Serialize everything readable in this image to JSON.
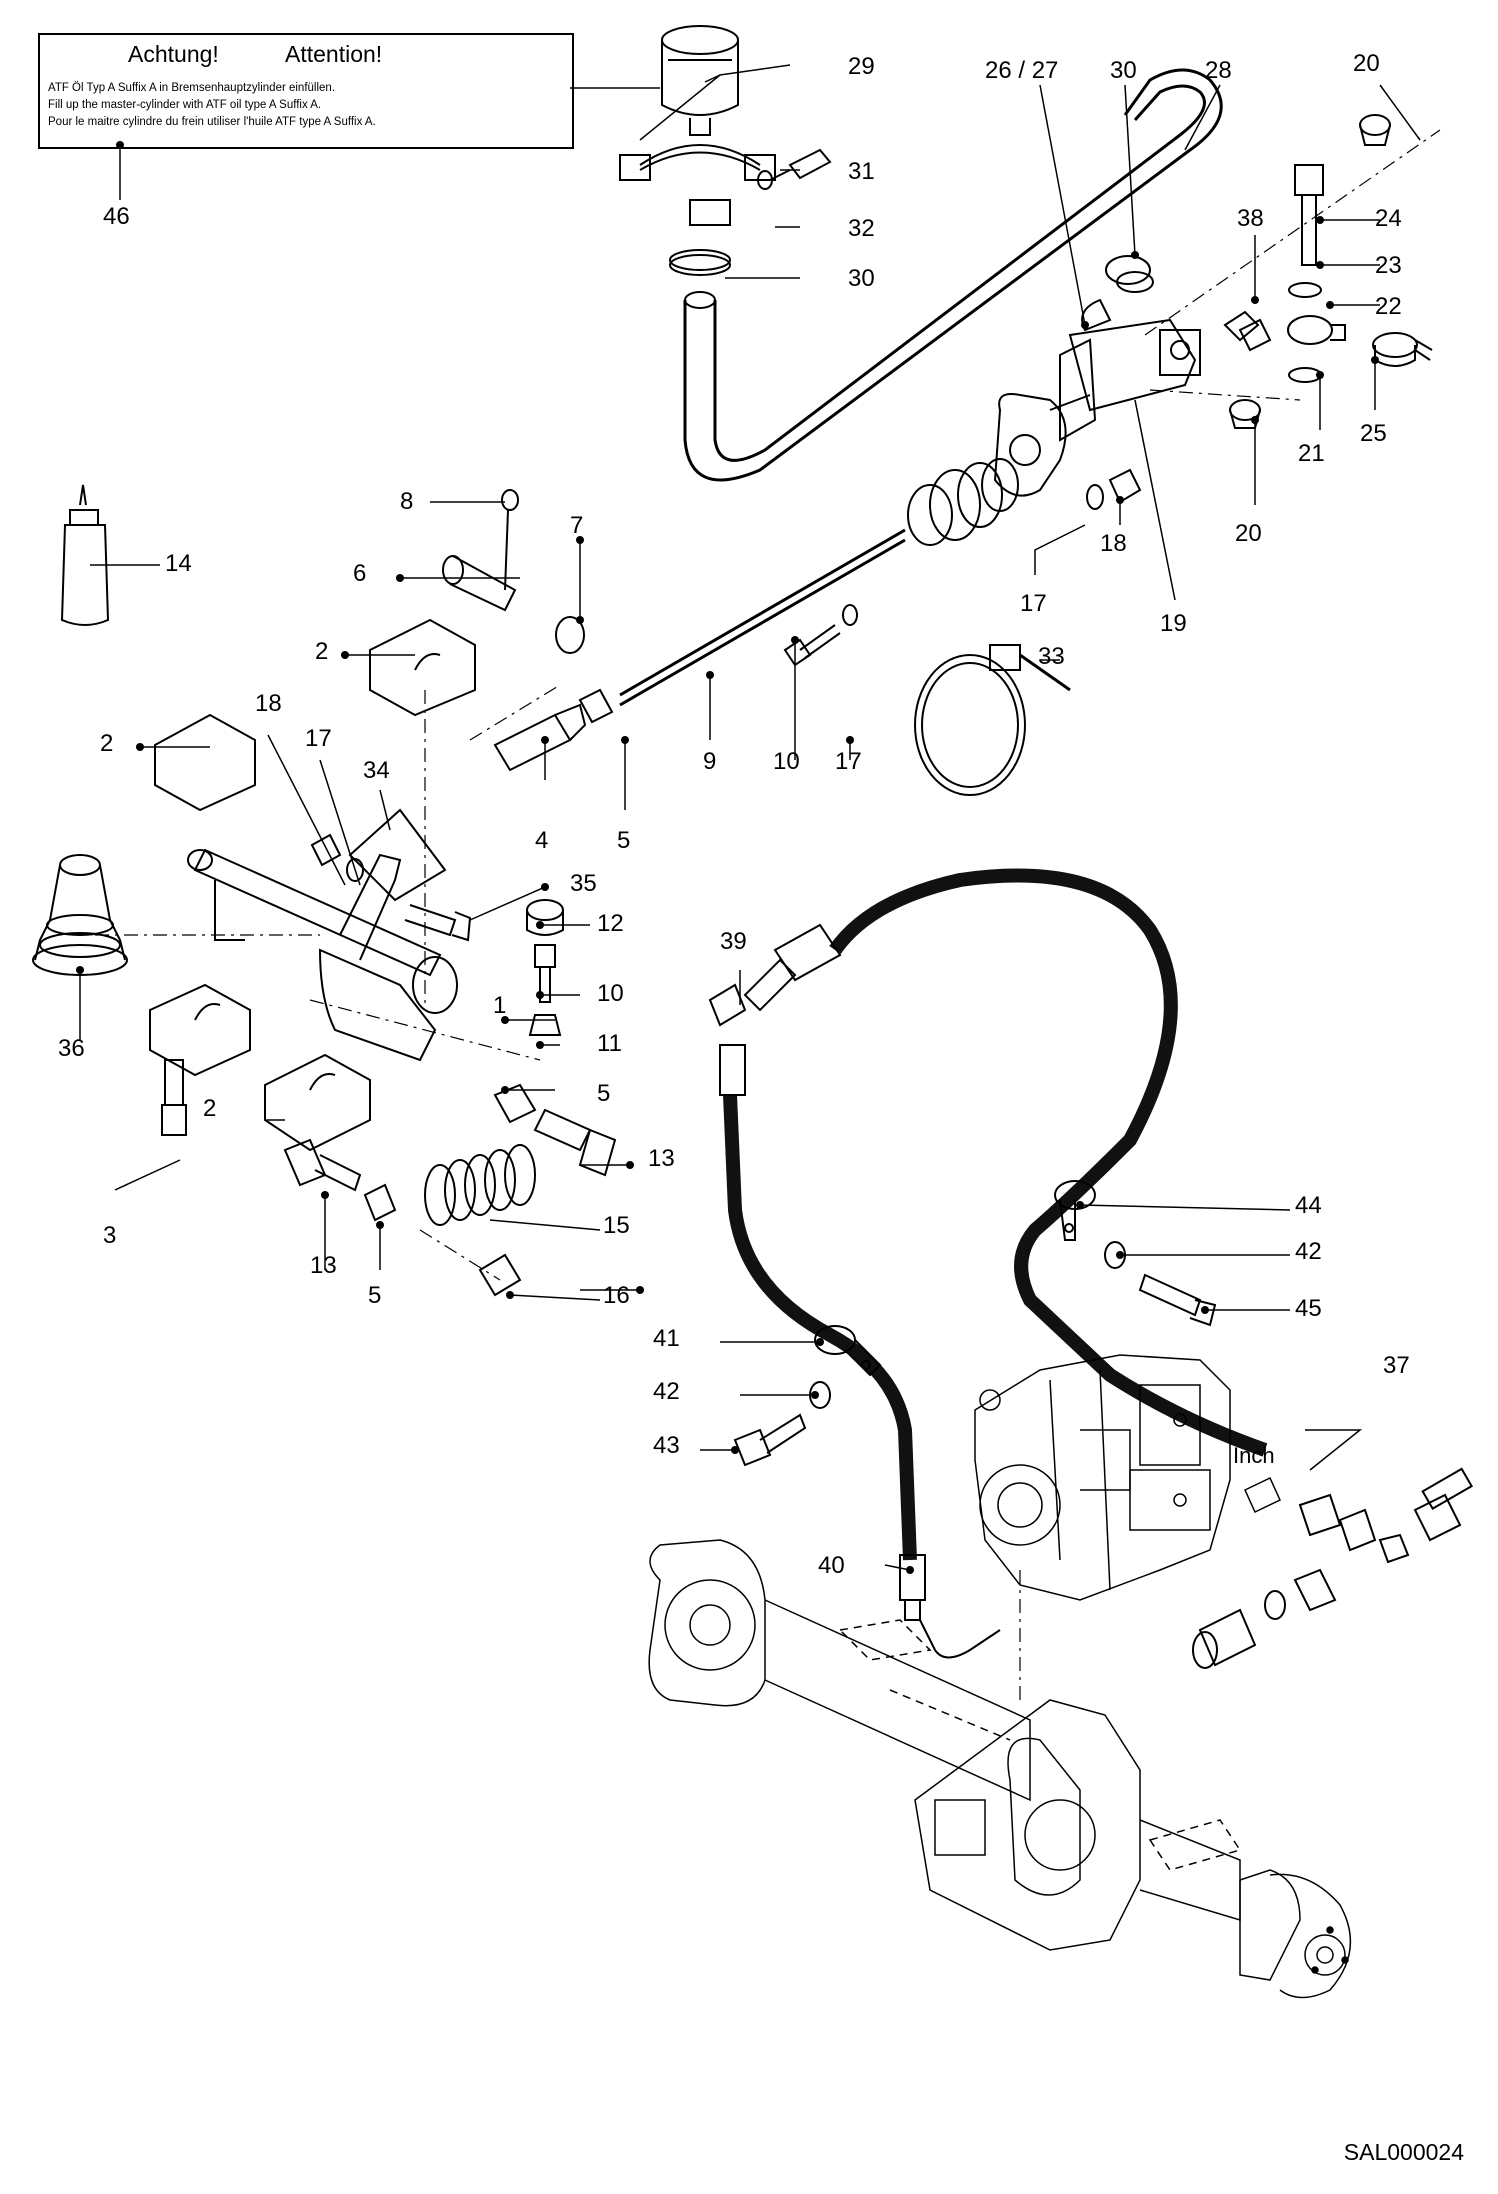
{
  "warning": {
    "heading_de": "Achtung!",
    "heading_en": "Attention!",
    "line_de": "ATF Öl Typ A Suffix A in Bremsenhauptzylinder einfüllen.",
    "line_en": "Fill up the master-cylinder with ATF oil type A Suffix A.",
    "line_fr": "Pour le maitre cylindre du frein utiliser l'huile ATF type A Suffix A."
  },
  "callouts": {
    "c46": "46",
    "c29": "29",
    "c31": "31",
    "c32": "32",
    "c30a": "30",
    "c26_27": "26 / 27",
    "c30b": "30",
    "c28": "28",
    "c20a": "20",
    "c38": "38",
    "c24": "24",
    "c23": "23",
    "c22": "22",
    "c21": "21",
    "c25": "25",
    "c20b": "20",
    "c19": "19",
    "c18a": "18",
    "c17a": "17",
    "c8": "8",
    "c7": "7",
    "c6": "6",
    "c14": "14",
    "c2a": "2",
    "c2b": "2",
    "c18b": "18",
    "c17b": "17",
    "c34": "34",
    "c4": "4",
    "c5a": "5",
    "c9": "9",
    "c10a": "10",
    "c17c": "17",
    "c33": "33",
    "c35": "35",
    "c12": "12",
    "c10b": "10",
    "c11": "11",
    "c1": "1",
    "c36": "36",
    "c2c": "2",
    "c5b": "5",
    "c13a": "13",
    "c3": "3",
    "c13b": "13",
    "c5c": "5",
    "c15": "15",
    "c16": "16",
    "c39": "39",
    "c44": "44",
    "c42a": "42",
    "c45": "45",
    "c41": "41",
    "c42b": "42",
    "c43": "43",
    "c37": "37",
    "c40": "40",
    "inch": "Inch"
  },
  "drawing_code": "SAL000024"
}
